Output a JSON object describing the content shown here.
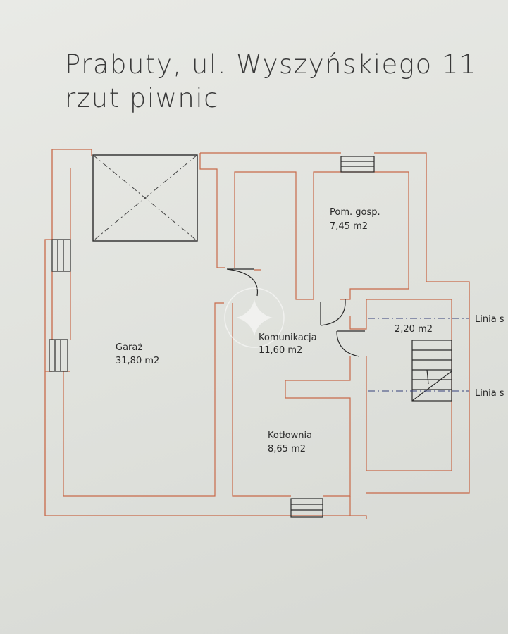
{
  "header": {
    "title_line1": "Prabuty, ul. Wyszyńskiego 11",
    "title_line2": "rzut piwnic"
  },
  "rooms": {
    "garage": {
      "name": "Garaż",
      "area": "31,80 m2"
    },
    "utility": {
      "name": "Pom. gosp.",
      "area": "7,45 m2"
    },
    "corridor": {
      "name": "Komunikacja",
      "area": "11,60 m2"
    },
    "stairs": {
      "area": "2,20 m2"
    },
    "boiler": {
      "name": "Kotłownia",
      "area": "8,65 m2"
    }
  },
  "annotations": {
    "line_top": "Linia s",
    "line_bottom": "Linia s"
  },
  "colors": {
    "wall": "#c86a4a",
    "fixture": "#2b2b2b",
    "dash": "#35407a",
    "paper": "#e3e5e0"
  }
}
